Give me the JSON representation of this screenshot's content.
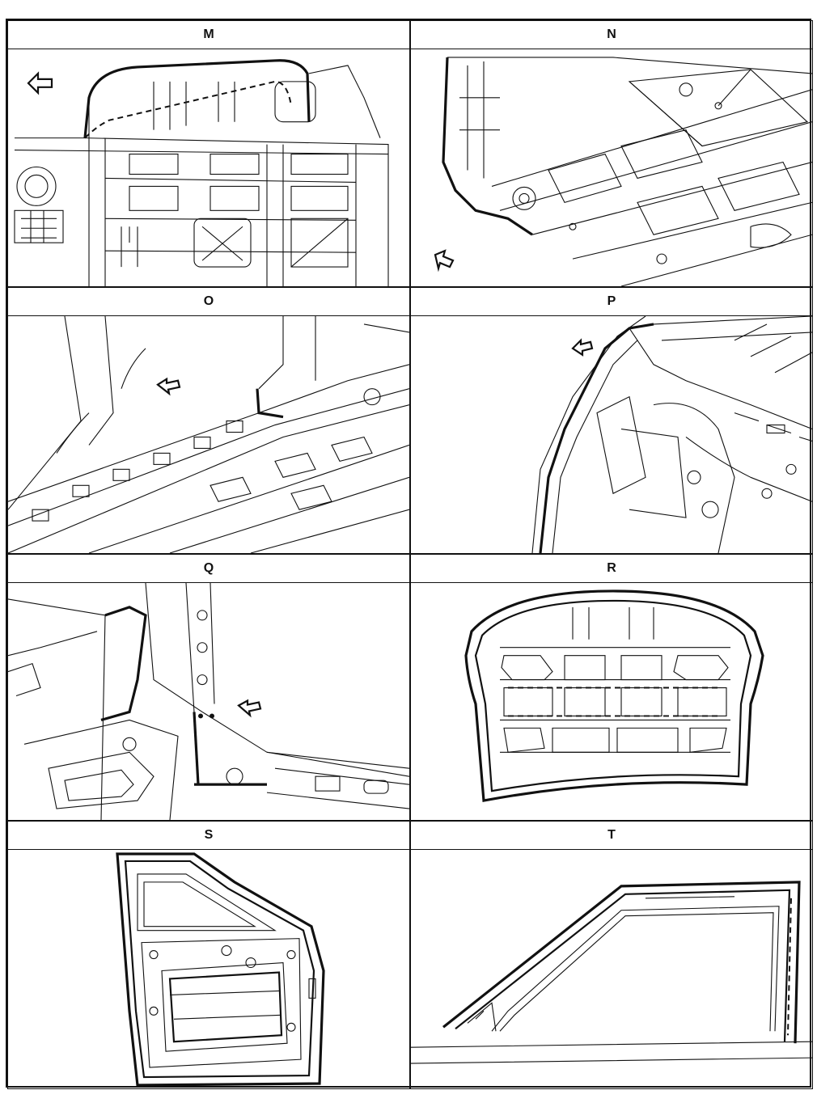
{
  "panels": [
    {
      "label": "M",
      "icon": "left-arrow-icon"
    },
    {
      "label": "N",
      "icon": "view-arrow-icon"
    },
    {
      "label": "O",
      "icon": "view-arrow-icon"
    },
    {
      "label": "P",
      "icon": "view-arrow-icon"
    },
    {
      "label": "Q",
      "icon": "view-arrow-icon"
    },
    {
      "label": "R",
      "icon": ""
    },
    {
      "label": "S",
      "icon": ""
    },
    {
      "label": "T",
      "icon": ""
    }
  ]
}
